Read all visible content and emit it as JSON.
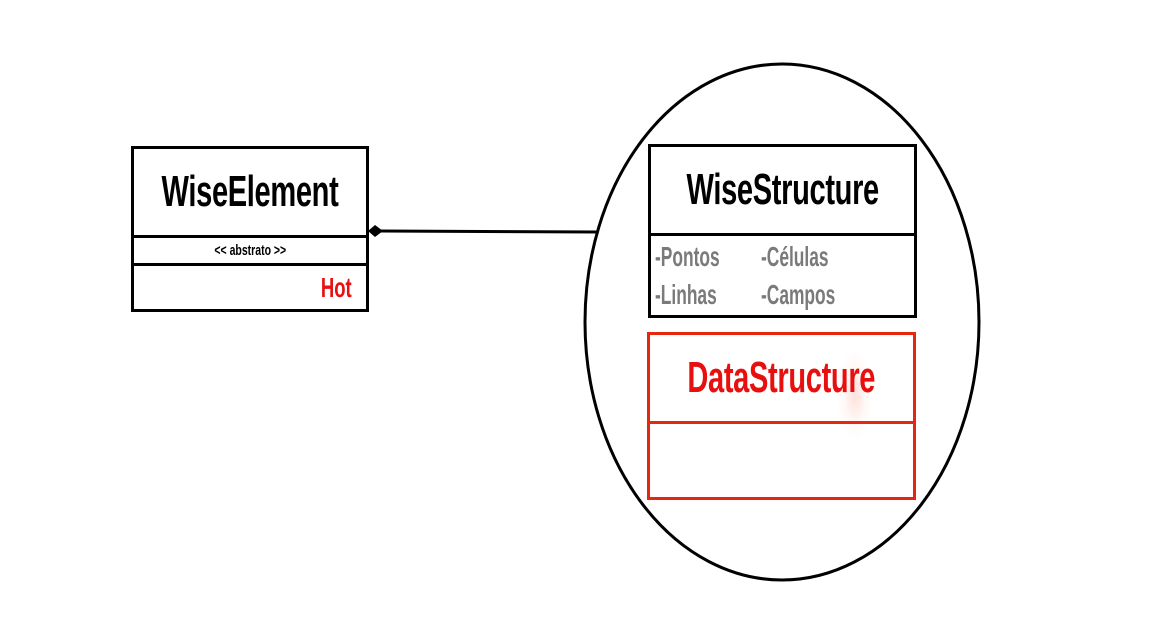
{
  "wise_element": {
    "name": "WiseElement",
    "stereotype": "<< abstrato >>",
    "attribute": "Hot"
  },
  "wise_structure": {
    "name": "WiseStructure",
    "attributes_col1": [
      "-Pontos",
      "-Linhas"
    ],
    "attributes_col2": [
      "-Células",
      "-Campos"
    ]
  },
  "data_structure": {
    "name": "DataStructure"
  },
  "colors": {
    "line": "#000000",
    "highlight": "#e8100f",
    "attribute_text": "#7a7a7a",
    "background": "#ffffff"
  }
}
